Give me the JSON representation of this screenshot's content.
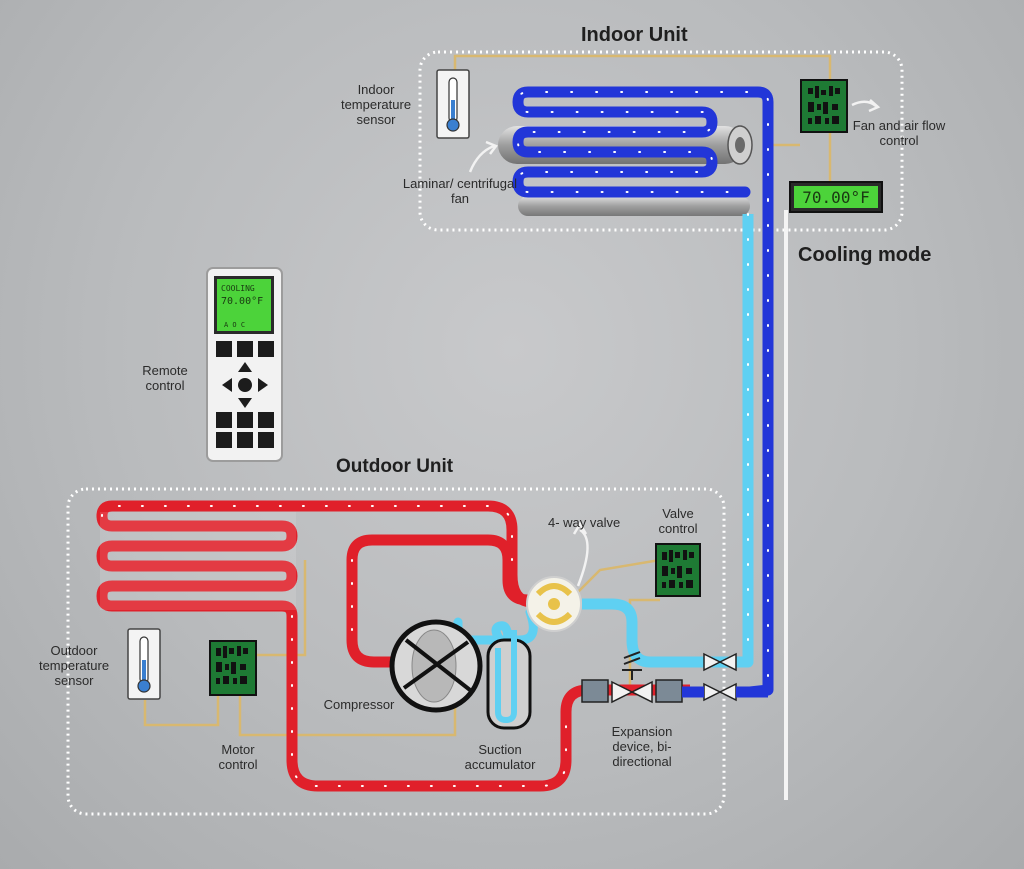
{
  "indoor": {
    "title": "Indoor Unit",
    "temp_sensor_label": "Indoor temperature sensor",
    "fan_label": "Laminar/ centrifugal fan",
    "fan_control_label": "Fan and air flow control",
    "display_temp": "70.00°F"
  },
  "mode_label": "Cooling mode",
  "remote": {
    "label": "Remote control",
    "screen_mode": "COOLING",
    "screen_temp": "70.00°F",
    "screen_foot": "A   O   C"
  },
  "outdoor": {
    "title": "Outdoor Unit",
    "valve_label": "4- way valve",
    "valve_control_label": "Valve control",
    "temp_sensor_label": "Outdoor temperature sensor",
    "motor_control_label": "Motor control",
    "compressor_label": "Compressor",
    "accumulator_label": "Suction accumulator",
    "expansion_label": "Expansion device, bi-directional"
  },
  "colors": {
    "hot_line": "#e0202a",
    "cold_line": "#2236d8",
    "cool_line": "#5fd0f2",
    "wire": "#d8b870",
    "board": "#1e7a34",
    "lcd": "#4cd33a"
  },
  "icons": [
    "thermometer-icon",
    "control-board-icon",
    "compressor-icon",
    "valve-icon",
    "arrow-icon"
  ]
}
